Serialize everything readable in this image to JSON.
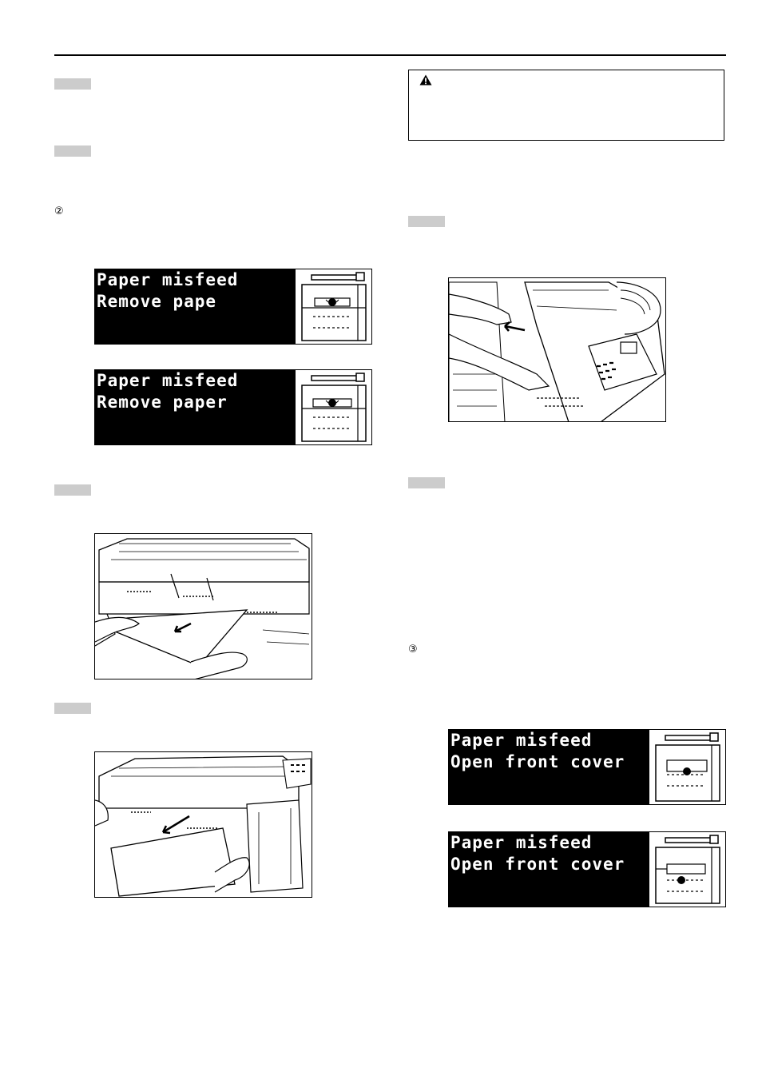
{
  "steps": {
    "circle_2": "②",
    "circle_3": "③"
  },
  "displays": [
    {
      "line1": "Paper misfeed",
      "line2": "Remove pape"
    },
    {
      "line1": "Paper misfeed",
      "line2": "Remove paper"
    },
    {
      "line1": "Paper misfeed",
      "line2": "Open front cover"
    },
    {
      "line1": "Paper misfeed",
      "line2": "Open front cover"
    }
  ],
  "icons": {
    "warning": "warning-triangle-icon",
    "jam": "paper-jam-location-icon"
  },
  "colors": {
    "display_bg": "#000000",
    "display_text": "#ffffff",
    "step_tab": "#cccccc"
  }
}
